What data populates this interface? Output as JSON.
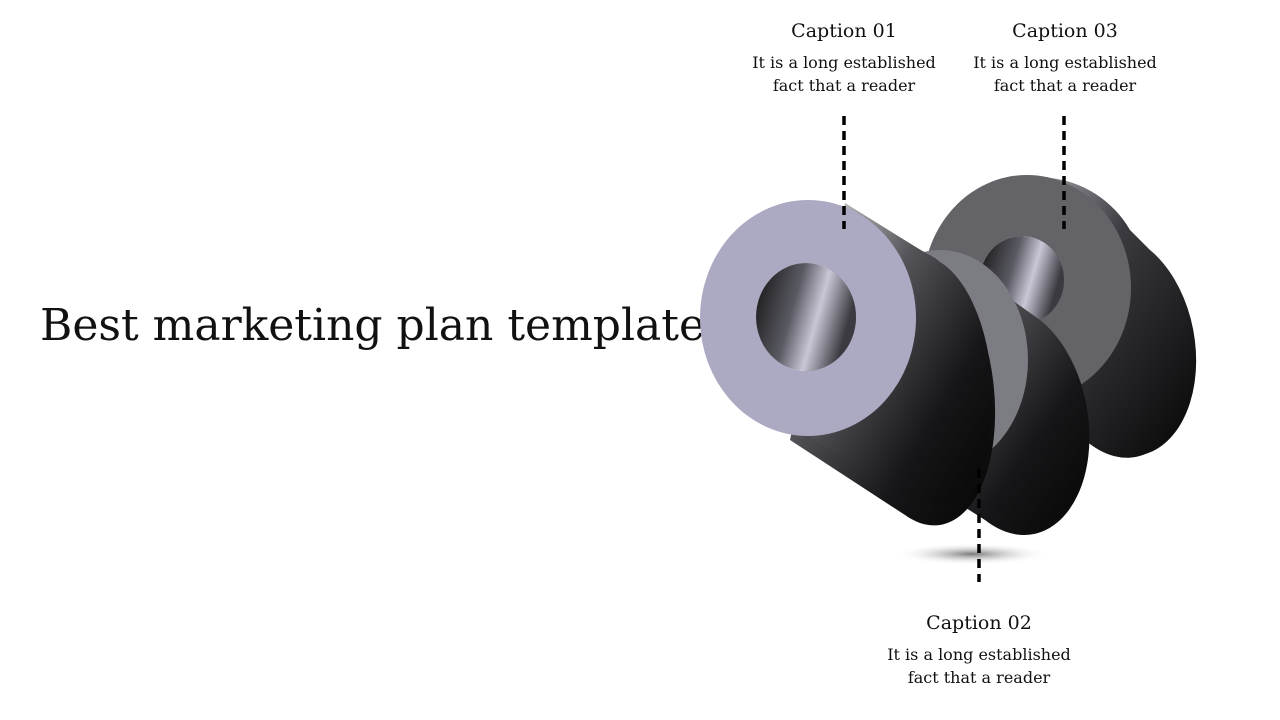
{
  "slide": {
    "title": "Best marketing plan template"
  },
  "captions": [
    {
      "id": "01",
      "heading": "Caption 01",
      "line1": "It is a long established",
      "line2": "fact that a reader"
    },
    {
      "id": "02",
      "heading": "Caption 02",
      "line1": "It is a long established",
      "line2": "fact that a reader"
    },
    {
      "id": "03",
      "heading": "Caption 03",
      "line1": "It is a long established",
      "line2": "fact that a reader"
    }
  ],
  "colors": {
    "ring_front_face": "#ACA9C3",
    "ring_middle_face": "#7C7C83",
    "ring_back_face": "#636368",
    "tube_dark": "#111111",
    "leader_line": "#000000"
  }
}
